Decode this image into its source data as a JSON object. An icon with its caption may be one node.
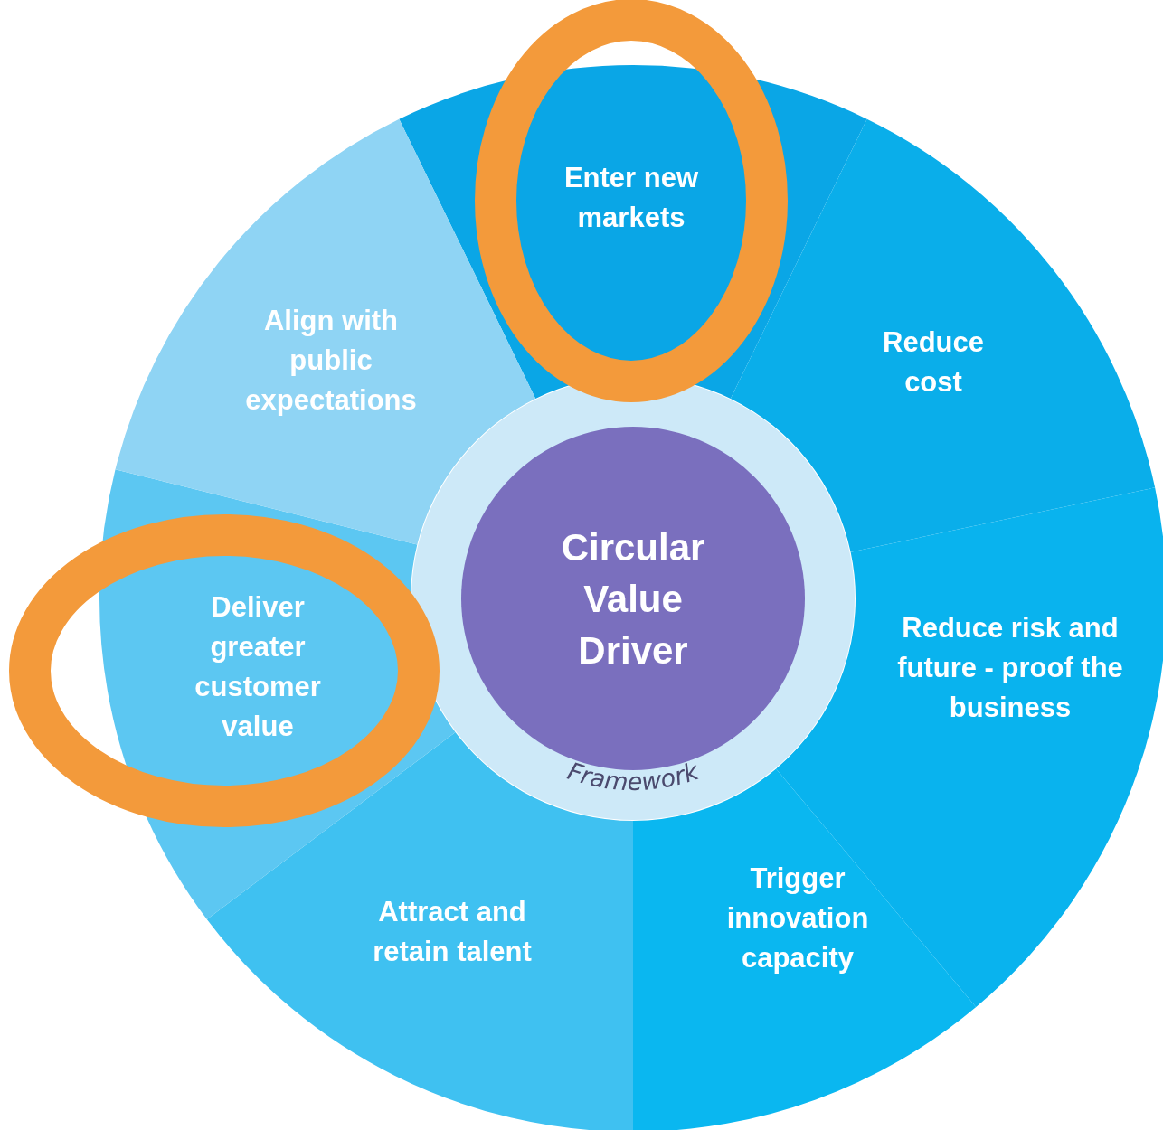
{
  "diagram": {
    "nodes": [
      {
        "text": [
          "Enter new markets"
        ]
      },
      {
        "text": [
          "Reduce cost"
        ]
      },
      {
        "text": [
          "Reduce risk and future - proof the business"
        ]
      },
      {
        "text": [
          "Trigger innovation capacity"
        ]
      },
      {
        "text": [
          "Attract and retain talent"
        ]
      },
      {
        "text": [
          "Deliver greater customer value"
        ]
      },
      {
        "text": [
          "Align with public expectations"
        ]
      },
      {
        "text": [
          "Framework"
        ]
      },
      {
        "text": [
          "Circular Value Driver"
        ],
        "in": 7
      }
    ]
  }
}
